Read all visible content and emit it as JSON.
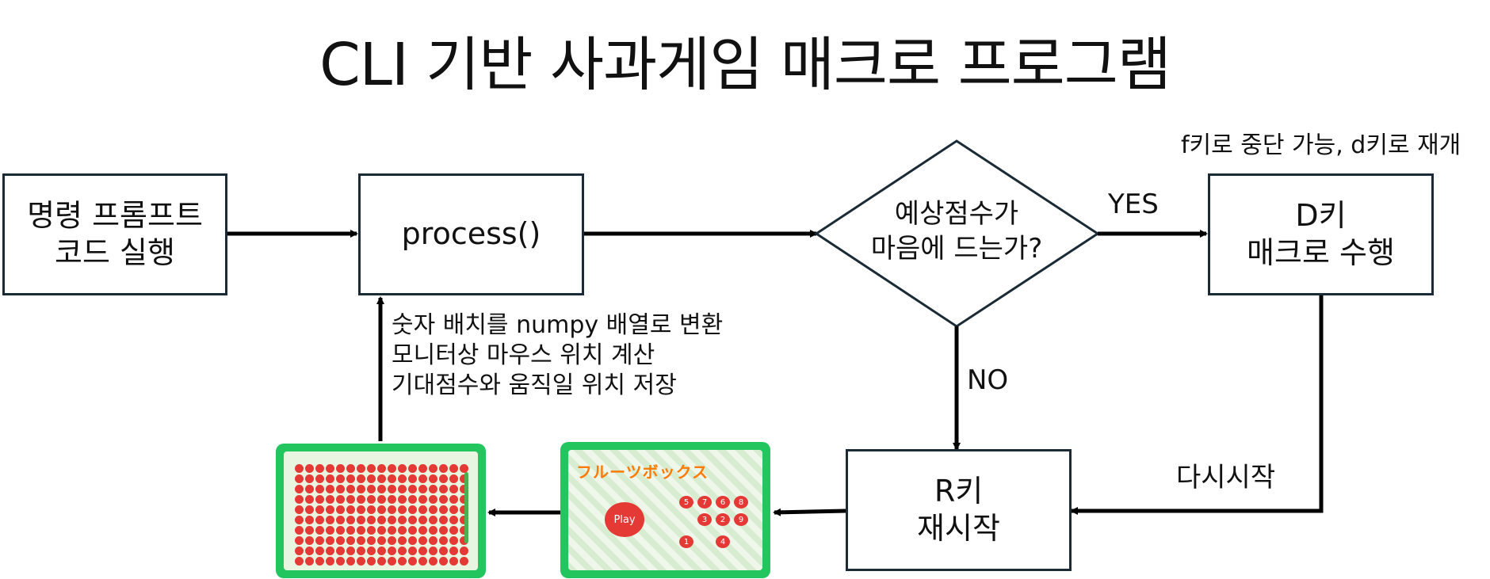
{
  "title": "CLI 기반 사과게임 매크로 프로그램",
  "nodes": {
    "prompt": [
      "명령 프롬프트",
      "코드 실행"
    ],
    "process": "process()",
    "decision": [
      "예상점수가",
      "마음에 드는가?"
    ],
    "macro": [
      "D키",
      "매크로 수행"
    ],
    "restart": [
      "R키",
      "재시작"
    ]
  },
  "edge_labels": {
    "yes": "YES",
    "no": "NO",
    "again": "다시시작"
  },
  "notes": {
    "pause": "f키로 중단 가능, d키로 재개",
    "process_steps": [
      "숫자 배치를 numpy 배열로 변환",
      "모니터상 마우스 위치 계산",
      "기대점수와 움직일 위치 저장"
    ]
  },
  "thumbnails": {
    "game_title": "フルーツボックス",
    "play_label": "Play",
    "apple_numbers": [
      "5",
      "7",
      "6",
      "8",
      "3",
      "2",
      "9",
      "1",
      "4"
    ]
  },
  "colors": {
    "box_border": "#1b2b36",
    "thumb_frame": "#22c55e",
    "apple": "#e53935"
  }
}
